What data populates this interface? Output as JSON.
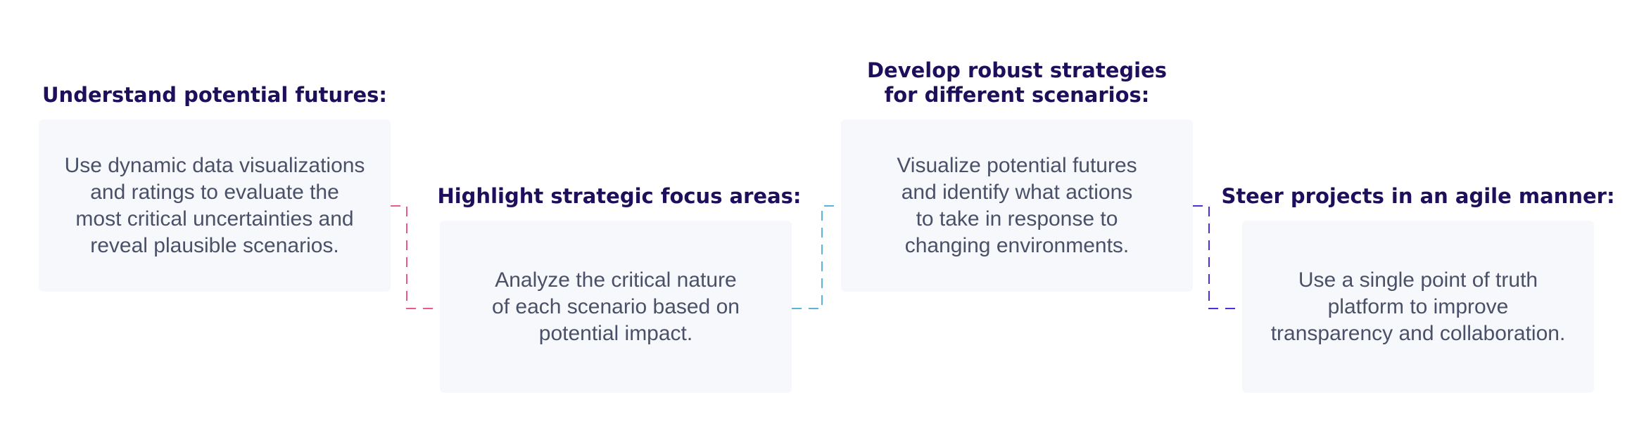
{
  "colors": {
    "title": "#1f0e5c",
    "body_text": "#4a5068",
    "card_background": "#f7f8fc",
    "connector_1": "#ea5a8c",
    "connector_2": "#5ab4dc",
    "connector_3": "#4b2ee0"
  },
  "steps": [
    {
      "title_lines": [
        "Understand potential futures:"
      ],
      "description_lines": [
        "Use dynamic data visualizations",
        "and ratings to evaluate the",
        "most critical uncertainties and",
        "reveal plausible scenarios."
      ]
    },
    {
      "title_lines": [
        "Highlight strategic focus areas:"
      ],
      "description_lines": [
        "Analyze the critical nature",
        "of each scenario based on",
        "potential impact."
      ]
    },
    {
      "title_lines": [
        "Develop robust strategies",
        "for different scenarios:"
      ],
      "description_lines": [
        "Visualize potential futures",
        "and identify what actions",
        "to take in response to",
        "changing environments."
      ]
    },
    {
      "title_lines": [
        "Steer projects in an agile manner:"
      ],
      "description_lines": [
        "Use a single point of truth",
        "platform to improve",
        "transparency and collaboration."
      ]
    }
  ]
}
